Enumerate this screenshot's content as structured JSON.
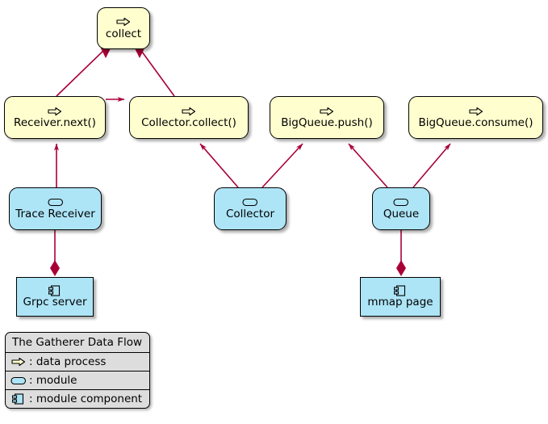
{
  "diagram": {
    "title": "The Gatherer Data Flow",
    "colors": {
      "process_fill": "#FEFECE",
      "module_fill": "#ADE5F7",
      "edge": "#A80036",
      "border": "#000000",
      "legend_fill": "#DDDDDD"
    },
    "nodes": [
      {
        "id": "collect",
        "label": "collect",
        "kind": "process",
        "icon": "data-process-icon"
      },
      {
        "id": "receiver-next",
        "label": "Receiver.next()",
        "kind": "process",
        "icon": "data-process-icon"
      },
      {
        "id": "collector-collect",
        "label": "Collector.collect()",
        "kind": "process",
        "icon": "data-process-icon"
      },
      {
        "id": "bigqueue-push",
        "label": "BigQueue.push()",
        "kind": "process",
        "icon": "data-process-icon"
      },
      {
        "id": "bigqueue-consume",
        "label": "BigQueue.consume()",
        "kind": "process",
        "icon": "data-process-icon"
      },
      {
        "id": "trace-receiver",
        "label": "Trace Receiver",
        "kind": "module",
        "icon": "module-icon"
      },
      {
        "id": "collector",
        "label": "Collector",
        "kind": "module",
        "icon": "module-icon"
      },
      {
        "id": "queue",
        "label": "Queue",
        "kind": "module",
        "icon": "module-icon"
      },
      {
        "id": "grpc-server",
        "label": "Grpc server",
        "kind": "component",
        "icon": "module-component-icon"
      },
      {
        "id": "mmap-page",
        "label": "mmap page",
        "kind": "component",
        "icon": "module-component-icon"
      }
    ],
    "edges": [
      {
        "from": "receiver-next",
        "to": "collect",
        "type": "composition"
      },
      {
        "from": "collector-collect",
        "to": "collect",
        "type": "composition"
      },
      {
        "from": "receiver-next",
        "to": "collector-collect",
        "type": "arrow"
      },
      {
        "from": "trace-receiver",
        "to": "receiver-next",
        "type": "arrow"
      },
      {
        "from": "collector",
        "to": "collector-collect",
        "type": "arrow"
      },
      {
        "from": "collector",
        "to": "bigqueue-push",
        "type": "arrow"
      },
      {
        "from": "queue",
        "to": "bigqueue-push",
        "type": "arrow"
      },
      {
        "from": "queue",
        "to": "bigqueue-consume",
        "type": "arrow"
      },
      {
        "from": "trace-receiver",
        "to": "grpc-server",
        "type": "composition"
      },
      {
        "from": "queue",
        "to": "mmap-page",
        "type": "composition"
      }
    ]
  },
  "legend": {
    "title": "The Gatherer Data Flow",
    "rows": [
      {
        "icon": "data-process-icon",
        "text": ": data process"
      },
      {
        "icon": "module-icon",
        "text": ": module"
      },
      {
        "icon": "module-component-icon",
        "text": ": module component"
      }
    ]
  }
}
